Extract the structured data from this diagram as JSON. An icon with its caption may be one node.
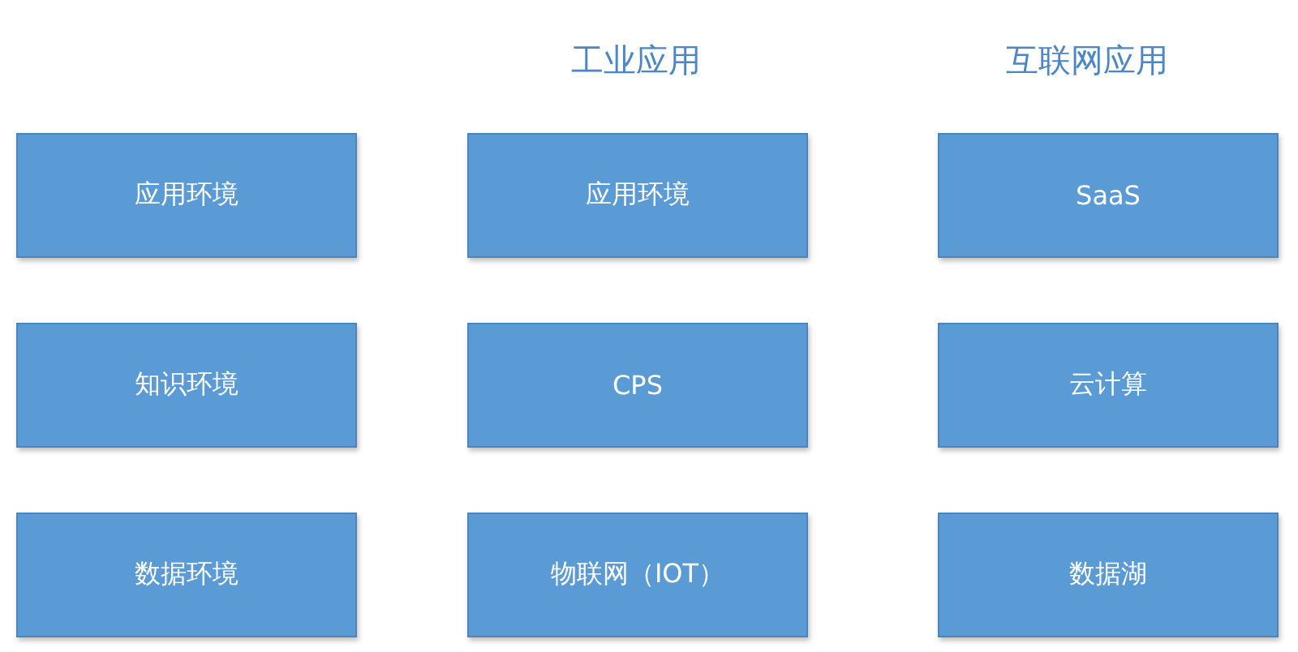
{
  "diagram": {
    "nodes": [
      {
        "text": [
          "应用环境"
        ]
      },
      {
        "text": [
          "应用环境"
        ]
      },
      {
        "text": [
          "SaaS"
        ]
      },
      {
        "text": [
          "知识环境"
        ]
      },
      {
        "text": [
          "CPS"
        ]
      },
      {
        "text": [
          "云计算"
        ]
      },
      {
        "text": [
          "数据环境"
        ]
      },
      {
        "text": [
          "物联网（IOT）"
        ]
      },
      {
        "text": [
          "数据湖"
        ]
      }
    ],
    "labels": [
      "工业应用",
      "互联网应用"
    ]
  }
}
